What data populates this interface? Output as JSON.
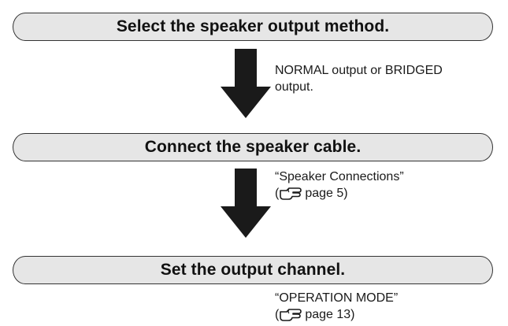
{
  "steps": [
    {
      "label": "Select the speaker output method."
    },
    {
      "label": "Connect the speaker cable."
    },
    {
      "label": "Set the output channel."
    }
  ],
  "notes": [
    {
      "line1": "NORMAL output or BRIDGED",
      "line2": "output."
    },
    {
      "line1": "“Speaker Connections”",
      "ref_open": "(",
      "ref_icon": "pointing-hand-icon",
      "ref_text": "page 5)"
    },
    {
      "line1": "“OPERATION MODE”",
      "ref_open": "(",
      "ref_icon": "pointing-hand-icon",
      "ref_text": "page 13)"
    }
  ],
  "colors": {
    "step_fill": "#e6e6e6",
    "step_border": "#333333",
    "arrow": "#1a1a1a"
  }
}
